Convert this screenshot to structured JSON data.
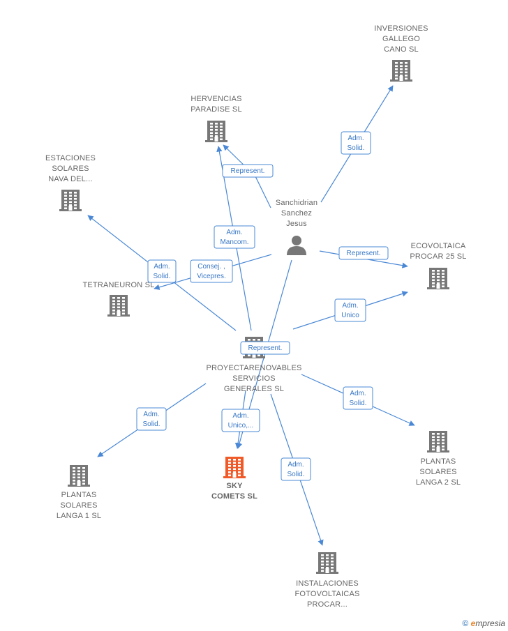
{
  "nodes": [
    {
      "id": "inversiones",
      "type": "company",
      "lines": [
        "INVERSIONES",
        "GALLEGO",
        "CANO SL"
      ]
    },
    {
      "id": "hervencias",
      "type": "company",
      "lines": [
        "HERVENCIAS",
        "PARADISE  SL"
      ]
    },
    {
      "id": "estaciones",
      "type": "company",
      "lines": [
        "ESTACIONES",
        "SOLARES",
        "NAVA DEL..."
      ]
    },
    {
      "id": "sanchidrian",
      "type": "person",
      "lines": [
        "Sanchidrian",
        "Sanchez",
        "Jesus"
      ]
    },
    {
      "id": "ecovoltaica",
      "type": "company",
      "lines": [
        "ECOVOLTAICA",
        "PROCAR 25  SL"
      ]
    },
    {
      "id": "tetraneuron",
      "type": "company",
      "lines": [
        "TETRANEURON SL"
      ]
    },
    {
      "id": "proyectarenovables",
      "type": "company",
      "lines": [
        "PROYECTARENOVABLES",
        "SERVICIOS",
        "GENERALES SL"
      ]
    },
    {
      "id": "plantas2",
      "type": "company",
      "lines": [
        "PLANTAS",
        "SOLARES",
        "LANGA 2  SL"
      ]
    },
    {
      "id": "plantas1",
      "type": "company",
      "lines": [
        "PLANTAS",
        "SOLARES",
        "LANGA 1  SL"
      ]
    },
    {
      "id": "sky",
      "type": "focus",
      "lines": [
        "SKY",
        "COMETS  SL"
      ]
    },
    {
      "id": "instalaciones",
      "type": "company",
      "lines": [
        "INSTALACIONES",
        "FOTOVOLTAICAS",
        "PROCAR..."
      ]
    }
  ],
  "edges": [
    {
      "from": "sanchidrian",
      "to": "inversiones",
      "label": [
        "Adm.",
        "Solid."
      ]
    },
    {
      "from": "sanchidrian",
      "to": "hervencias",
      "label": [
        "Represent."
      ]
    },
    {
      "from": "proyectarenovables",
      "to": "hervencias",
      "label": [
        "Adm.",
        "Mancom."
      ]
    },
    {
      "from": "proyectarenovables",
      "to": "estaciones",
      "label": [
        "Adm.",
        "Solid."
      ]
    },
    {
      "from": "sanchidrian",
      "to": "tetraneuron",
      "label": [
        "Consej. ,",
        "Vicepres."
      ]
    },
    {
      "from": "sanchidrian",
      "to": "ecovoltaica",
      "label": [
        "Represent."
      ]
    },
    {
      "from": "proyectarenovables",
      "to": "ecovoltaica",
      "label": [
        "Adm.",
        "Unico"
      ]
    },
    {
      "from": "sanchidrian",
      "to": "sky",
      "label": [
        "Represent."
      ]
    },
    {
      "from": "proyectarenovables",
      "to": "sky",
      "label": [
        "Adm.",
        "Unico,..."
      ]
    },
    {
      "from": "proyectarenovables",
      "to": "plantas1",
      "label": [
        "Adm.",
        "Solid."
      ]
    },
    {
      "from": "proyectarenovables",
      "to": "plantas2",
      "label": [
        "Adm.",
        "Solid."
      ]
    },
    {
      "from": "proyectarenovables",
      "to": "instalaciones",
      "label": [
        "Adm.",
        "Solid."
      ]
    }
  ],
  "colors": {
    "edge": "#4a88d6",
    "company_icon": "#777777",
    "focus_icon": "#f05a28",
    "label": "#666666"
  },
  "brand": {
    "copyright": "©",
    "initial": "e",
    "rest": "mpresia"
  }
}
